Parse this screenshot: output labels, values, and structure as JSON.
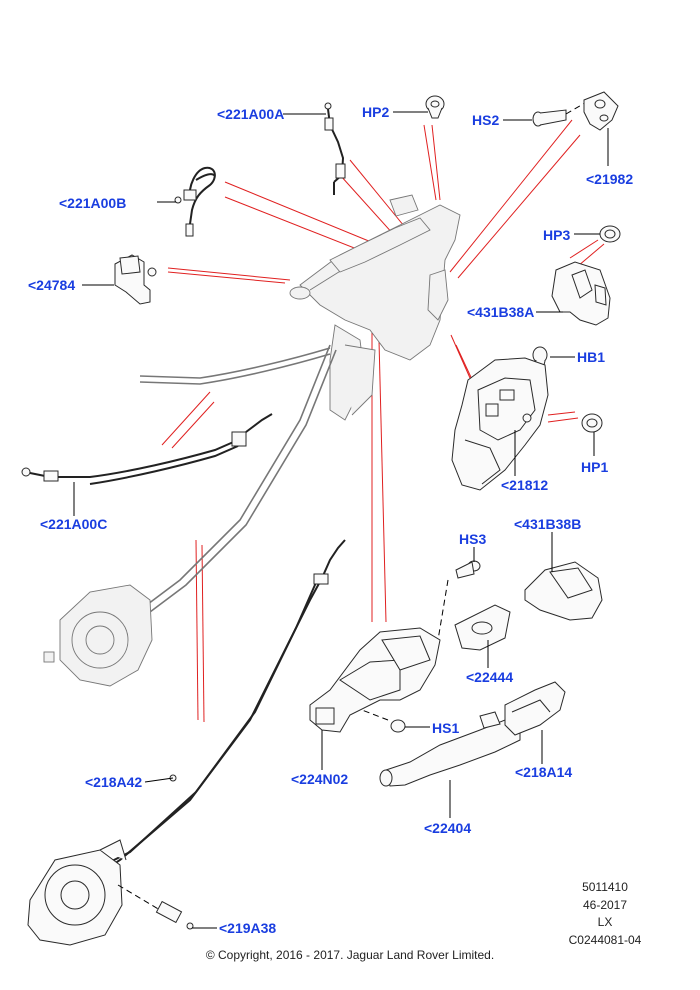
{
  "callouts": {
    "c221A00A": "<221A00A",
    "HP2": "HP2",
    "HS2": "HS2",
    "c21982": "<21982",
    "c221A00B": "<221A00B",
    "HP3": "HP3",
    "c24784": "<24784",
    "c431B38A": "<431B38A",
    "HB1": "HB1",
    "HP1": "HP1",
    "c21812": "<21812",
    "c221A00C": "<221A00C",
    "HS3": "HS3",
    "c431B38B": "<431B38B",
    "c22444": "<22444",
    "HS1": "HS1",
    "c218A14": "<218A14",
    "c224N02": "<224N02",
    "c218A42": "<218A42",
    "c22404": "<22404",
    "c219A38": "<219A38"
  },
  "reference": {
    "line1": "5011410",
    "line2": "46-2017",
    "line3": "LX",
    "line4": "C0244081-04"
  },
  "copyright": "© Copyright, 2016 - 2017. Jaguar Land Rover Limited.",
  "colors": {
    "callout_text": "#1a3ee0",
    "explode_lines": "#e02020",
    "line_art": "#2a2a2a"
  }
}
